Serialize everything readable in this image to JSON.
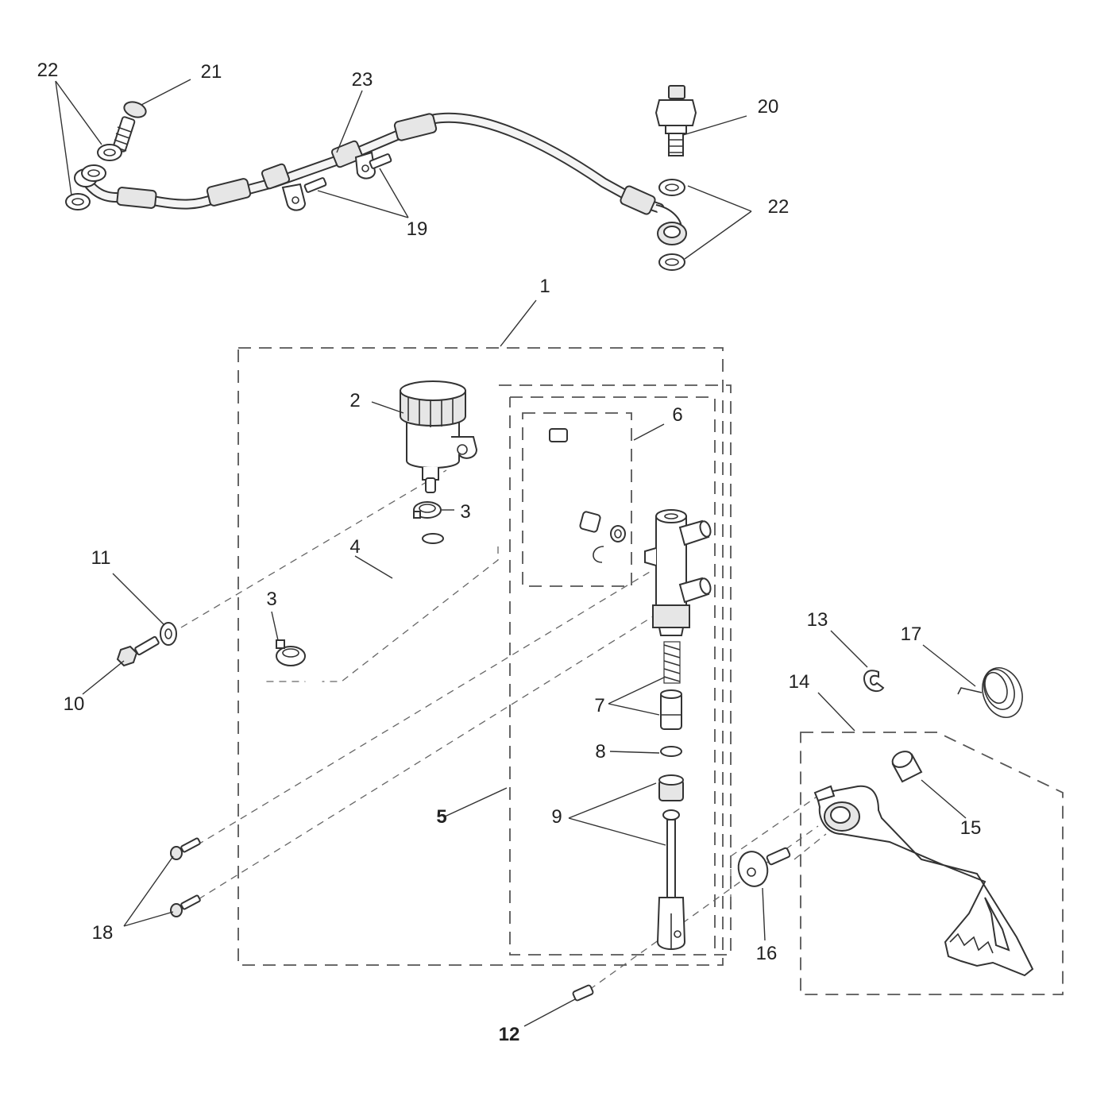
{
  "diagram": {
    "callouts": [
      {
        "id": "c1",
        "text": "1"
      },
      {
        "id": "c2",
        "text": "2"
      },
      {
        "id": "c3a",
        "text": "3"
      },
      {
        "id": "c3b",
        "text": "3"
      },
      {
        "id": "c4",
        "text": "4"
      },
      {
        "id": "c5",
        "text": "5"
      },
      {
        "id": "c6",
        "text": "6"
      },
      {
        "id": "c7",
        "text": "7"
      },
      {
        "id": "c8",
        "text": "8"
      },
      {
        "id": "c9",
        "text": "9"
      },
      {
        "id": "c10",
        "text": "10"
      },
      {
        "id": "c11",
        "text": "11"
      },
      {
        "id": "c12",
        "text": "12"
      },
      {
        "id": "c13",
        "text": "13"
      },
      {
        "id": "c14",
        "text": "14"
      },
      {
        "id": "c15",
        "text": "15"
      },
      {
        "id": "c16",
        "text": "16"
      },
      {
        "id": "c17",
        "text": "17"
      },
      {
        "id": "c18",
        "text": "18"
      },
      {
        "id": "c19",
        "text": "19"
      },
      {
        "id": "c20",
        "text": "20"
      },
      {
        "id": "c21",
        "text": "21"
      },
      {
        "id": "c22a",
        "text": "22"
      },
      {
        "id": "c22b",
        "text": "22"
      },
      {
        "id": "c23",
        "text": "23"
      }
    ]
  }
}
